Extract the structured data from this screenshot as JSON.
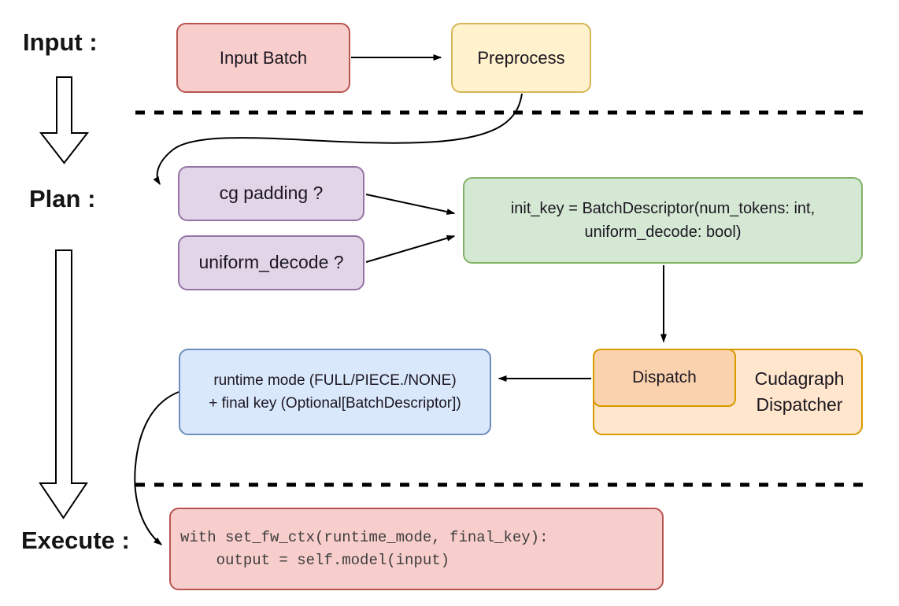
{
  "stage_labels": {
    "input": "Input :",
    "plan": "Plan :",
    "execute": "Execute :"
  },
  "nodes": {
    "input_batch": {
      "label": "Input Batch"
    },
    "preprocess": {
      "label": "Preprocess"
    },
    "cg_padding": {
      "label": "cg padding ?"
    },
    "uniform_decode": {
      "label": "uniform_decode ?"
    },
    "init_key": {
      "line1": "init_key = BatchDescriptor(num_tokens: int,",
      "line2": "uniform_decode: bool)"
    },
    "dispatch": {
      "label": "Dispatch"
    },
    "dispatcher": {
      "line1": "Cudagraph",
      "line2": "Dispatcher"
    },
    "runtime": {
      "line1": "runtime mode (FULL/PIECE./NONE)",
      "line2": "+ final key (Optional[BatchDescriptor])"
    },
    "execute_code": {
      "line1": "with set_fw_ctx(runtime_mode, final_key):",
      "line2": "    output = self.model(input)"
    }
  },
  "colors": {
    "red_fill": "#f8cecc",
    "red_stroke": "#b85450",
    "yellow_fill": "#fff2cc",
    "yellow_stroke": "#d6b656",
    "purple_fill": "#e1d5e7",
    "purple_stroke": "#9673a6",
    "green_fill": "#d5e8d4",
    "green_stroke": "#82b366",
    "blue_fill": "#dae8fc",
    "blue_stroke": "#6c8ebf",
    "orange_fill": "#ffe6cc",
    "orange_inner_fill": "#fbd2ae",
    "orange_stroke": "#d79b00",
    "line": "#000000"
  }
}
